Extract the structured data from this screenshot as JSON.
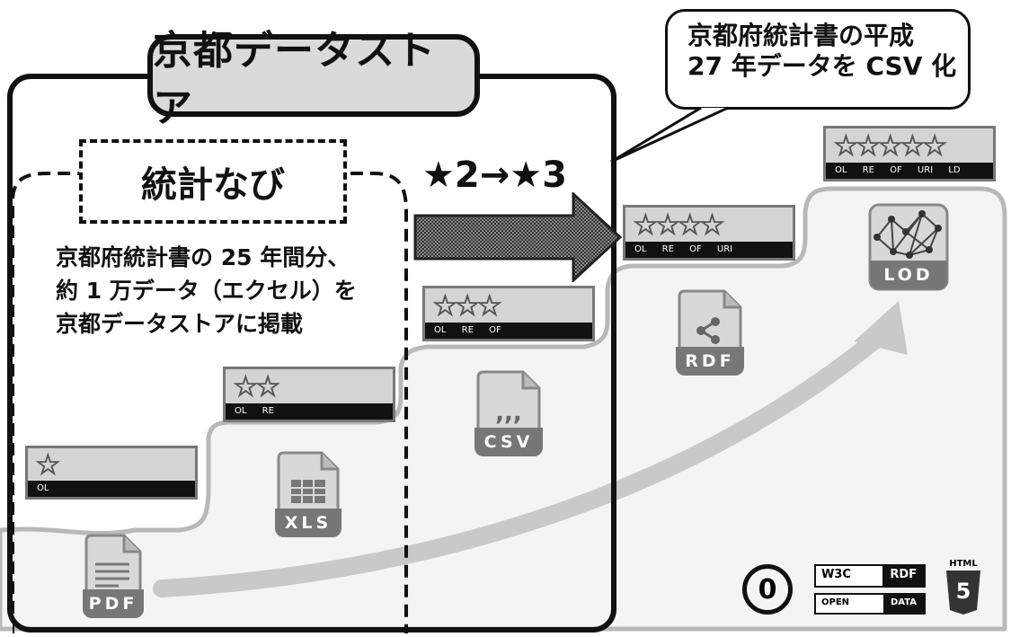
{
  "title": "京都データストア",
  "stat": {
    "title": "統計なび",
    "desc": [
      "京都府統計書の 25 年間分、",
      "約 1 万データ（エクセル）を",
      "京都データストアに掲載"
    ]
  },
  "callout": {
    "lines": [
      "京都府統計書の平成",
      "27 年データを CSV 化"
    ]
  },
  "step_label": "★2→★3",
  "badges": [
    {
      "stars": "☆",
      "tags": "OL"
    },
    {
      "stars": "☆☆",
      "tags": "OL RE"
    },
    {
      "stars": "☆☆☆",
      "tags": "OL RE OF"
    },
    {
      "stars": "☆☆☆☆",
      "tags": "OL RE OF URI"
    },
    {
      "stars": "☆☆☆☆☆",
      "tags": "OL RE OF URI LD"
    }
  ],
  "files": {
    "pdf": "PDF",
    "xls": "XLS",
    "csv": "CSV",
    "rdf": "RDF",
    "lod": "LOD"
  },
  "logos": {
    "w3c": "W3C",
    "rdf": "RDF",
    "open": "OPEN",
    "data": "DATA",
    "html": "HTML",
    "five": "5",
    "cc0": "0"
  },
  "colors": {
    "stair": "#b8b8b8",
    "arrow": "#555555",
    "curve": "#c4c4c4"
  }
}
